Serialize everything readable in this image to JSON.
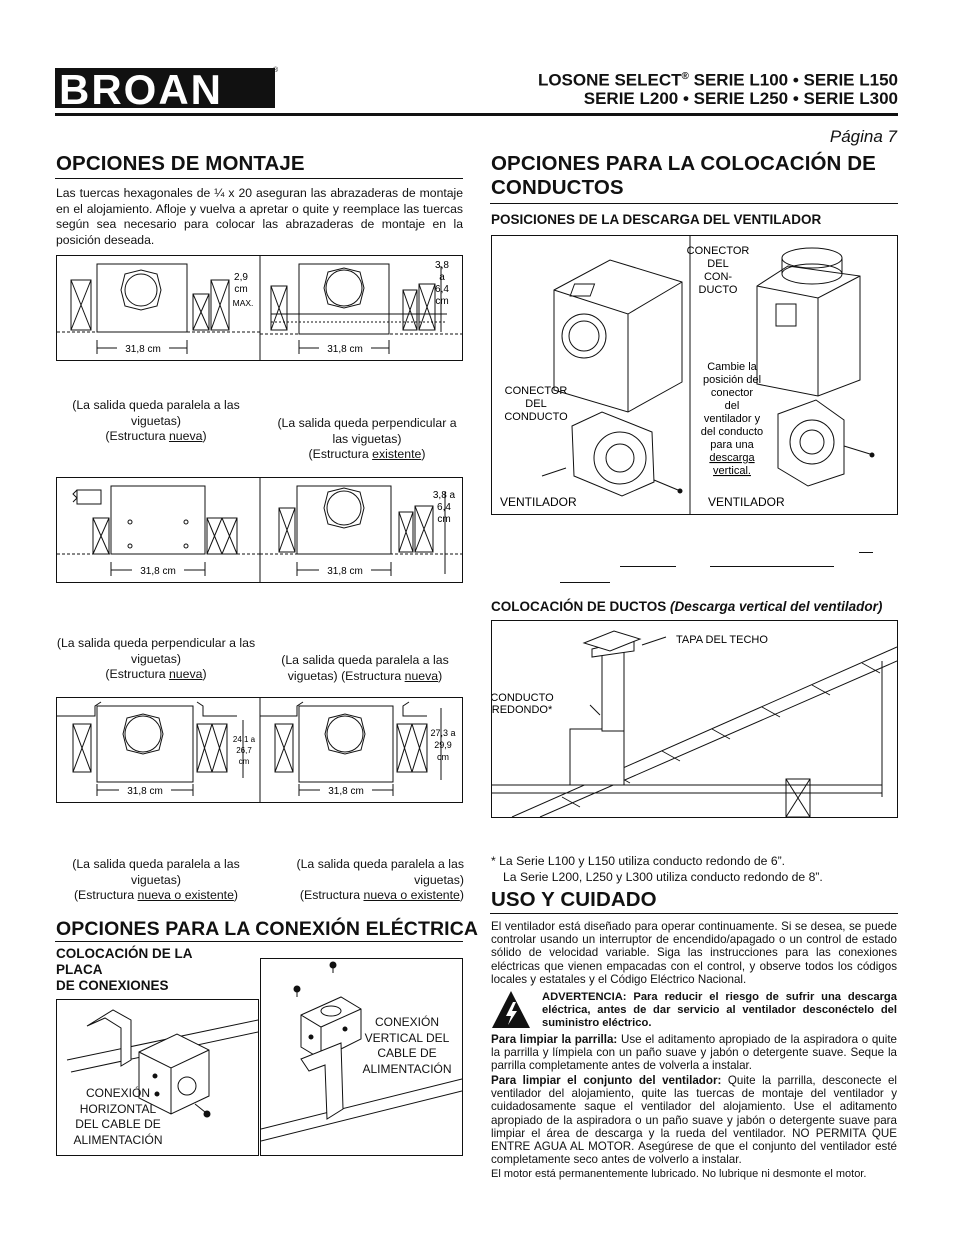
{
  "header": {
    "brand": "BROAN",
    "trademark": "®",
    "model_line1_a": "LOSONE SELECT",
    "model_line1_reg": "®",
    "model_line1_b": " SERIE L100 • SERIE L150",
    "model_line2": "SERIE L200  • SERIE L250 • SERIE L300",
    "page_label": "Página 7"
  },
  "mounting": {
    "title": "OPCIONES DE MONTAJE",
    "intro": "Las tuercas hexagonales de ¼ x 20 aseguran las abrazaderas de montaje en el alojamiento. Afloje y vuelva a apretar o quite y reemplace las tuercas según sea necesario para colocar las abrazaderas de montaje en la posición deseada.",
    "dim_width": "31,8 cm",
    "fig1_dim_a": "2,9",
    "fig1_dim_b": "cm",
    "fig1_dim_c": "MAX.",
    "fig2_dim_a": "3,8",
    "fig2_dim_b": "a",
    "fig2_dim_c": "6,4",
    "fig2_dim_d": "cm",
    "cap1_a": "(La salida queda paralela a las viguetas)",
    "cap1_b": "(Estructura ",
    "cap1_u": "nueva",
    "cap1_c": ")",
    "cap2_a": "(La salida queda perpendicular a las viguetas)",
    "cap2_b": "(Estructura ",
    "cap2_u": "existente",
    "cap2_c": ")",
    "fig4_dim_a": "3,8 a",
    "fig4_dim_b": "6,4",
    "fig4_dim_c": "cm",
    "cap3_a": "(La salida queda perpendicular a las viguetas)",
    "cap3_b": "(Estructura ",
    "cap3_u": "nueva",
    "cap3_c": ")",
    "cap4_a": "(La salida queda paralela a las viguetas) (Estructura ",
    "cap4_u": "nueva",
    "cap4_c": ")",
    "fig5_dim_a": "24,1 a",
    "fig5_dim_b": "26,7",
    "fig5_dim_c": "cm",
    "fig6_dim_a": "27,3 a",
    "fig6_dim_b": "29,9",
    "fig6_dim_c": "cm",
    "cap5_a": "(La salida queda paralela a las viguetas)",
    "cap5_b": "(Estructura ",
    "cap5_u": "nueva o existente",
    "cap5_c": ")",
    "cap6_a": "(La salida queda paralela a las viguetas)",
    "cap6_b": "(Estructura ",
    "cap6_u": "nueva o existente",
    "cap6_c": ")"
  },
  "electrical": {
    "title": "OPCIONES PARA LA CONEXIÓN ELÉCTRICA",
    "subtitle_1": "COLOCACIÓN DE LA",
    "subtitle_2": "PLACA",
    "subtitle_3": "DE CONEXIONES",
    "horiz_1": "CONEXIÓN",
    "horiz_2": "HORIZONTAL",
    "horiz_3": "DEL CABLE DE",
    "horiz_4": "ALIMENTACIÓN",
    "vert_1": "CONEXIÓN",
    "vert_2": "VERTICAL DEL",
    "vert_3": "CABLE DE",
    "vert_4": "ALIMENTACIÓN"
  },
  "ducts": {
    "title_1": "OPCIONES PARA LA COLOCACIÓN DE",
    "title_2": "CONDUCTOS",
    "sub1": "POSICIONES DE LA DESCARGA DEL VENTILADOR",
    "connector_1": "CONECTOR",
    "connector_2": "DEL",
    "connector_3": "CONDUCTO",
    "connector_top_1": "CONECTOR",
    "connector_top_2": "DEL",
    "connector_top_3": "CON-",
    "connector_top_4": "DUCTO",
    "change_1": "Cambie la",
    "change_2": "posición del",
    "change_3": "conector",
    "change_4": "del",
    "change_5": "ventilador y",
    "change_6": "del conducto",
    "change_7": "para una",
    "change_8": "descarga",
    "change_9": "vertical.",
    "fan_label_left": "VENTILADOR",
    "fan_label_right": "VENTILADOR",
    "sub2_a": "COLOCACIÓN DE DUCTOS ",
    "sub2_b": "(Descarga vertical del ventilador)",
    "roof_cap": "TAPA DEL TECHO",
    "round_duct_1": "CONDUCTO",
    "round_duct_2": "REDONDO*",
    "note_1": "*  La Serie L100 y L150 utiliza conducto redondo de 6”.",
    "note_2": "La Serie L200, L250 y L300 utiliza conducto redondo de 8”."
  },
  "care": {
    "title": "USO Y CUIDADO",
    "p1": "El ventilador está diseñado para operar continuamente. Si se desea, se puede controlar usando un interruptor de encendido/apagado o un control de estado sólido de velocidad variable. Siga las instrucciones para las conexiones eléctricas que vienen empacadas con el control, y observe todos los códigos locales y estatales y el Código Eléctrico Nacional.",
    "warning": "ADVERTENCIA: Para reducir el riesgo de sufrir una descarga eléctrica, antes de dar servicio al ventilador desconéctelo del suministro eléctrico.",
    "grille_label": "Para limpiar la parrilla:",
    "grille_text": " Use el aditamento apropiado de la aspiradora o quite la parrilla y límpiela con un paño suave y jabón o detergente suave. Seque la parrilla completamente antes de volverla a instalar.",
    "fan_label": "Para limpiar el conjunto del ventilador:",
    "fan_text": " Quite la parrilla, desconecte el ventilador del alojamiento, quite las tuercas de montaje del ventilador y cuidadosamente saque el ventilador del alojamiento. Use el aditamento apropiado de la aspiradora o un paño suave y jabón o detergente suave para limpiar el área de descarga y la rueda del ventilador. NO PERMITA QUE ENTRE AGUA AL MOTOR. Asegúrese de que el conjunto del ventilador esté completamente seco antes de volverlo a instalar.",
    "motor": "El motor está permanentemente lubricado. No lubrique ni desmonte el motor."
  }
}
